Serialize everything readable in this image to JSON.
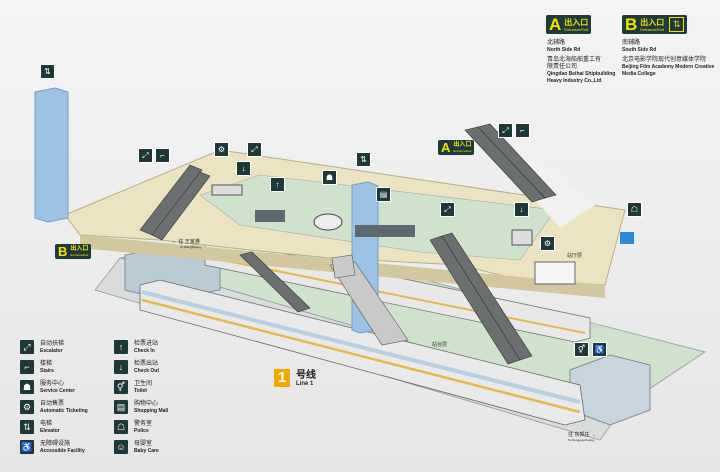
{
  "exits": {
    "a": {
      "letter": "A",
      "cn": "出入口",
      "en": "Entrance/Exit",
      "road_cn": "北辅路",
      "road_en": "North Side Rd",
      "place_cn_1": "青岛北海船舶重工有",
      "place_cn_2": "限责任公司",
      "place_en_1": "Qingdao Beihai Shipbuilding",
      "place_en_2": "Heavy Industry Co.,Ltd"
    },
    "b": {
      "letter": "B",
      "cn": "出入口",
      "en": "Entrance/Exit",
      "road_cn": "南辅路",
      "road_en": "South Side Rd",
      "place_cn": "北京电影学院现代创意媒体学院",
      "place_en_1": "Beijing Film Academy Modern Creative",
      "place_en_2": "Media College"
    }
  },
  "map_labels": {
    "hall": "站厅层",
    "platform": "站台层",
    "dir_left_cn": "往 王家港",
    "dir_left_en": "To Wangjiagang",
    "dir_right_cn": "往 东郭庄",
    "dir_right_en": "To Dongguozhuang"
  },
  "line": {
    "number": "1",
    "cn": "号线",
    "en": "Line 1",
    "color": "#f5a800"
  },
  "legend": [
    {
      "icon": "escalator-icon",
      "glyph": "⤢",
      "cn": "自动扶梯",
      "en": "Escalator"
    },
    {
      "icon": "stairs-icon",
      "glyph": "⌐",
      "cn": "楼梯",
      "en": "Stairs"
    },
    {
      "icon": "service-center-icon",
      "glyph": "☗",
      "cn": "服务中心",
      "en": "Service Center"
    },
    {
      "icon": "ticket-machine-icon",
      "glyph": "⚙",
      "cn": "自动售票",
      "en": "Automatic Ticketing"
    },
    {
      "icon": "elevator-icon",
      "glyph": "⇅",
      "cn": "电梯",
      "en": "Elevator"
    },
    {
      "icon": "accessible-icon",
      "glyph": "♿",
      "cn": "无障碍设施",
      "en": "Accessible Facility"
    },
    {
      "icon": "check-in-icon",
      "glyph": "↑",
      "cn": "检票进站",
      "en": "Check In"
    },
    {
      "icon": "check-out-icon",
      "glyph": "↓",
      "cn": "检票出站",
      "en": "Check Out"
    },
    {
      "icon": "toilet-icon",
      "glyph": "⚥",
      "cn": "卫生间",
      "en": "Toilet"
    },
    {
      "icon": "shopping-icon",
      "glyph": "▤",
      "cn": "购物中心",
      "en": "Shopping Mall"
    },
    {
      "icon": "police-icon",
      "glyph": "☖",
      "cn": "警务室",
      "en": "Police"
    },
    {
      "icon": "baby-care-icon",
      "glyph": "☺",
      "cn": "母婴室",
      "en": "Baby Care"
    }
  ],
  "colors": {
    "icon_bg": "#1e3838",
    "exit_yellow": "#f2e200",
    "hall": "#ece3c3",
    "platform": "#cfe3cc",
    "elevator": "#9cc3e6"
  }
}
